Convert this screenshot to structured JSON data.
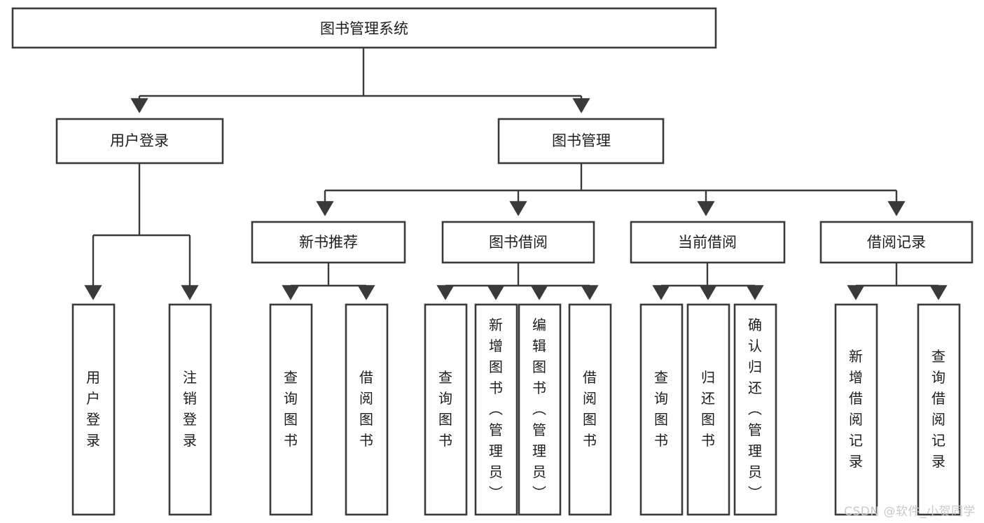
{
  "diagram": {
    "title": "图书管理系统",
    "type": "tree-hierarchy",
    "colors": {
      "stroke": "#3a3a3a",
      "fill": "#ffffff",
      "text": "#1d1d1d",
      "watermark": "#c9c9c9"
    },
    "root": {
      "label": "图书管理系统"
    },
    "level2": [
      {
        "label": "用户登录"
      },
      {
        "label": "图书管理"
      }
    ],
    "level3": [
      {
        "label": "新书推荐"
      },
      {
        "label": "图书借阅"
      },
      {
        "label": "当前借阅"
      },
      {
        "label": "借阅记录"
      }
    ],
    "leaves": {
      "user_login": [
        {
          "label": "用户登录"
        },
        {
          "label": "注销登录"
        }
      ],
      "new_book": [
        {
          "label": "查询图书"
        },
        {
          "label": "借阅图书"
        }
      ],
      "book_borrow": [
        {
          "label": "查询图书"
        },
        {
          "label": "新增图书（管理员）"
        },
        {
          "label": "编辑图书（管理员）"
        },
        {
          "label": "借阅图书"
        }
      ],
      "current_borrow": [
        {
          "label": "查询图书"
        },
        {
          "label": "归还图书"
        },
        {
          "label": "确认归还（管理员）"
        }
      ],
      "borrow_record": [
        {
          "label": "新增借阅记录"
        },
        {
          "label": "查询借阅记录"
        }
      ]
    }
  },
  "watermark": {
    "text": "CSDN @软件_小贺同学"
  }
}
